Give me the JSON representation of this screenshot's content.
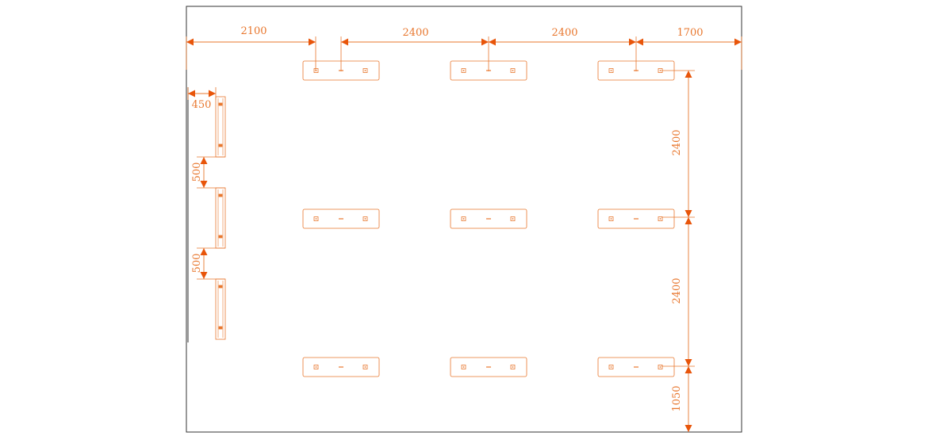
{
  "drawing": {
    "line_color": "#E8772E",
    "frame_color": "#333333",
    "arrow_color": "#E8550A"
  },
  "dimensions": {
    "top": [
      "2100",
      "2400",
      "2400",
      "1700"
    ],
    "right": [
      "2400",
      "2400",
      "1050"
    ],
    "left_width": "450",
    "left_gaps": [
      "500",
      "500"
    ]
  },
  "fixtures": {
    "ceiling_lights": {
      "rows": 3,
      "columns": 3
    },
    "wall_lights": {
      "count": 3
    }
  }
}
